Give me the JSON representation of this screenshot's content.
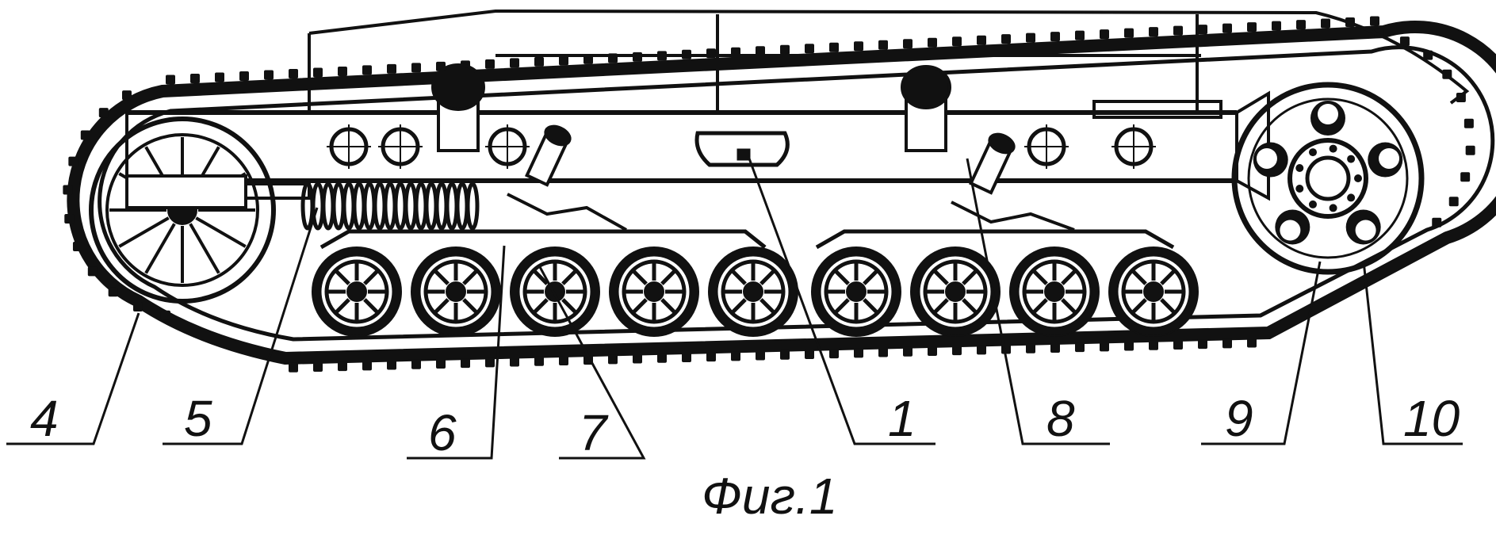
{
  "figure": {
    "caption": "Фиг.1",
    "callouts": [
      {
        "id": "4",
        "label": "4"
      },
      {
        "id": "5",
        "label": "5"
      },
      {
        "id": "6",
        "label": "6"
      },
      {
        "id": "7",
        "label": "7"
      },
      {
        "id": "1",
        "label": "1"
      },
      {
        "id": "8",
        "label": "8"
      },
      {
        "id": "9",
        "label": "9"
      },
      {
        "id": "10",
        "label": "10"
      }
    ],
    "colors": {
      "ink": "#111111",
      "paper": "#ffffff"
    }
  }
}
